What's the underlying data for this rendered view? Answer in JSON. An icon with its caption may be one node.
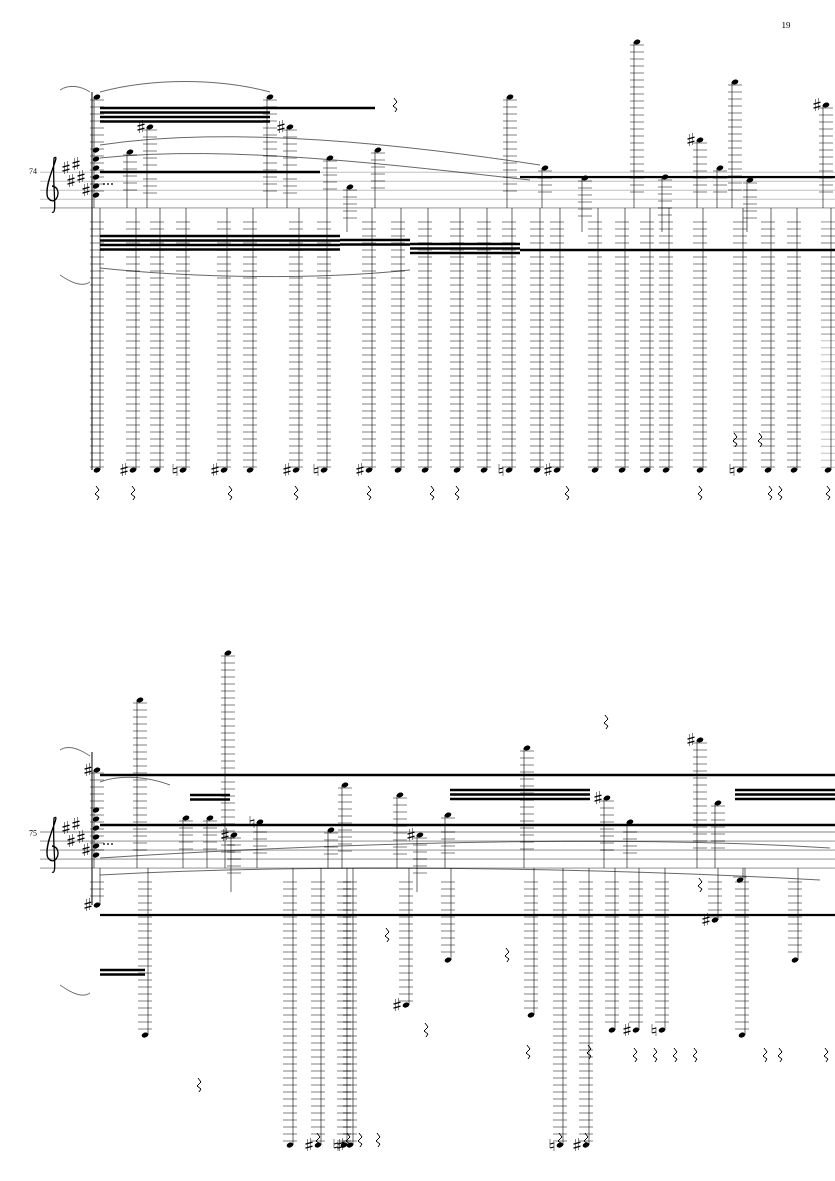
{
  "diagram": {
    "labels": [
      "19",
      "74",
      "75"
    ]
  }
}
